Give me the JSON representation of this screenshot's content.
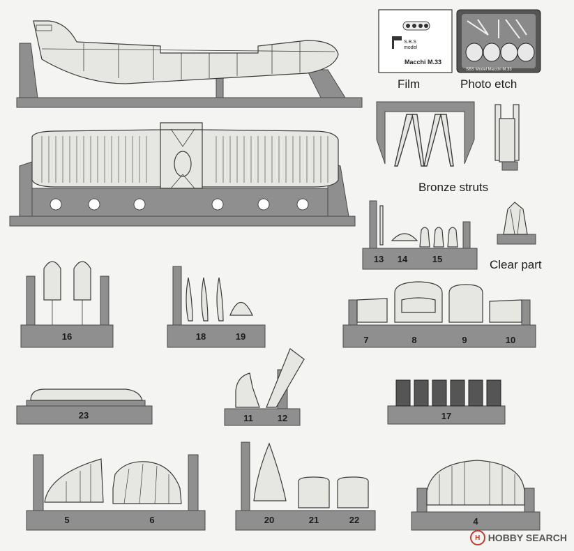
{
  "captions": {
    "film": "Film",
    "photo_etch": "Photo etch",
    "bronze_struts": "Bronze struts",
    "clear_part": "Clear part"
  },
  "film_label": {
    "brand_line1": "S.B.S",
    "brand_line2": "model",
    "name": "Macchi M.33"
  },
  "etch_label": "SBS Model Macchi M.33",
  "part_numbers": {
    "p13": "13",
    "p14": "14",
    "p15": "15",
    "p16": "16",
    "p18": "18",
    "p19": "19",
    "p7": "7",
    "p8": "8",
    "p9": "9",
    "p10": "10",
    "p23": "23",
    "p11": "11",
    "p12": "12",
    "p17": "17",
    "p5": "5",
    "p6": "6",
    "p20": "20",
    "p21": "21",
    "p22": "22",
    "p4": "4"
  },
  "watermark": {
    "logo_glyph": "H",
    "text": "HOBBY SEARCH"
  }
}
